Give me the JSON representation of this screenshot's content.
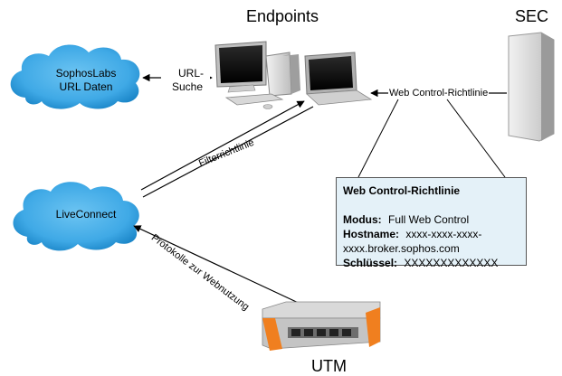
{
  "titles": {
    "endpoints": "Endpoints",
    "sec": "SEC",
    "utm": "UTM"
  },
  "clouds": {
    "sophoslabs": {
      "line1": "SophosLabs",
      "line2": "URL Daten"
    },
    "liveconnect": {
      "label": "LiveConnect"
    }
  },
  "connections": {
    "url_search": {
      "line1": "URL-",
      "line2": "Suche"
    },
    "web_control_policy": "Web Control-Richtlinie",
    "filter_policy": "Filterrichtlinie",
    "web_usage_logs": "Protokolle zur Webnutzung"
  },
  "policy_box": {
    "title": "Web Control-Richtlinie",
    "mode_label": "Modus:",
    "mode_value": "Full Web Control",
    "hostname_label": "Hostname:",
    "hostname_value_1": "xxxx-xxxx-xxxx-",
    "hostname_value_2": "xxxx.broker.sophos.com",
    "key_label": "Schlüssel:",
    "key_value": "XXXXXXXXXXXXX"
  },
  "colors": {
    "cloud": "#3fa9e6",
    "cloud_edge": "#1b86c8",
    "policy_box_bg": "#e4f1f8",
    "utm_orange": "#f07f1f"
  }
}
